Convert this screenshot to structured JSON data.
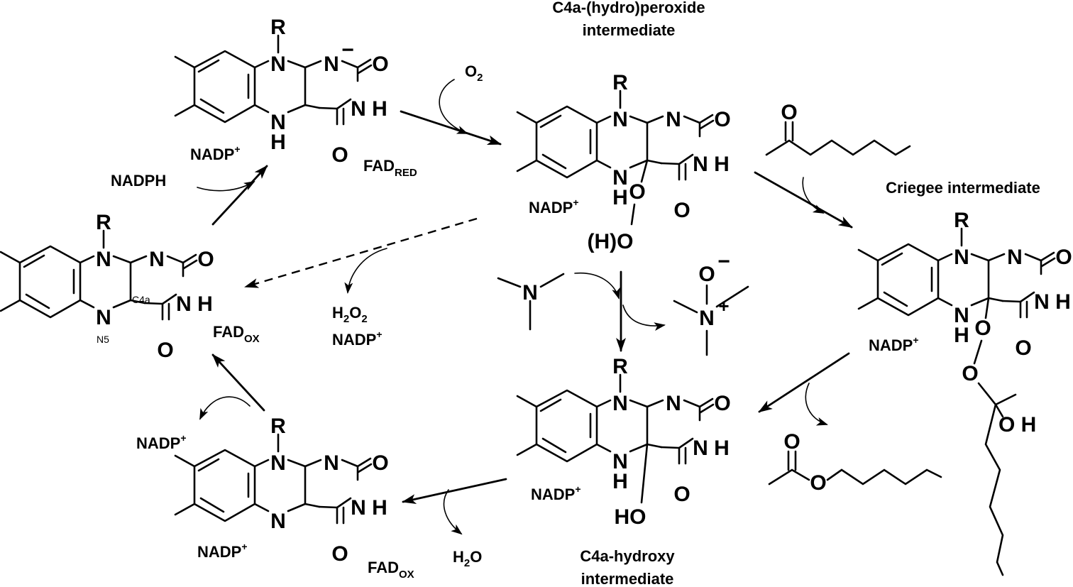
{
  "labels": {
    "c4a_peroxide_title_1": "C4a-(hydro)peroxide",
    "c4a_peroxide_title_2": "intermediate",
    "criegee_title": "Criegee intermediate",
    "c4a_hydroxy_title_1": "C4a-hydroxy",
    "c4a_hydroxy_title_2": "intermediate",
    "nadph": "NADPH",
    "nadp": "NADP",
    "plus": "+",
    "fad": "FAD",
    "red_sub": "RED",
    "ox_sub": "OX",
    "h2o2_h": "H",
    "h2o2_2": "2",
    "h2o2_o": "O",
    "h2o2_2b": "2",
    "h2o_h": "H",
    "h2o_2": "2",
    "h2o_o": "O",
    "o2_o": "O",
    "o2_2": "2",
    "c4a": "C4a",
    "n5": "N5"
  },
  "atoms": {
    "R": "R",
    "N": "N",
    "O": "O",
    "H": "H",
    "NH": "N H",
    "NH_ring": "N",
    "HO": "HO",
    "OH": "O H",
    "hydro_o": "(H)O",
    "minus": "−",
    "plus": "+"
  }
}
